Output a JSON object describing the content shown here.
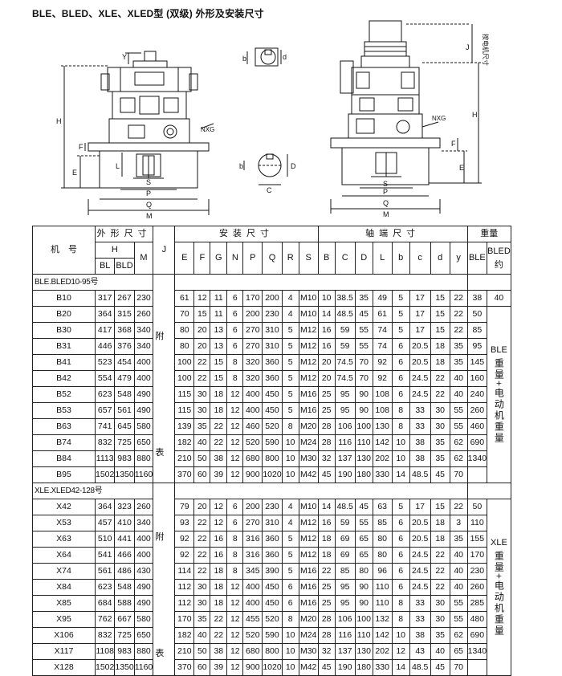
{
  "title": "BLE、BLED、XLE、XLED型 (双级) 外形及安装尺寸",
  "drawing_labels": {
    "H": "H",
    "F": "F",
    "E": "E",
    "Y": "Y",
    "L": "L",
    "S": "S",
    "P": "P",
    "Q": "Q",
    "M": "M",
    "NXG": "NXG",
    "b": "b",
    "d": "d",
    "C": "C",
    "D": "D",
    "J": "J",
    "motor_size": "按电机尺寸"
  },
  "header": {
    "model": "机　号",
    "outline": "外形尺寸",
    "install": "安装尺寸",
    "shaft": "轴端尺寸",
    "weight": "重量",
    "cols": {
      "H": "H",
      "BL": "BL",
      "BLD": "BLD",
      "M": "M",
      "J": "J",
      "E": "E",
      "F": "F",
      "G": "G",
      "N": "N",
      "P": "P",
      "Q": "Q",
      "R": "R",
      "S": "S",
      "B": "B",
      "C": "C",
      "D": "D",
      "L": "L",
      "b": "b",
      "c": "c",
      "d": "d",
      "y": "y",
      "BLE": "BLE",
      "BLED": "BLED",
      "BLED_sub": "约"
    }
  },
  "notes": {
    "appendix": "附",
    "table": "表",
    "ble_weight_head": "BLE",
    "ble_weight_text": "重量+电动机重量",
    "xle_weight_head": "XLE",
    "xle_weight_text": "重量+电动机重量"
  },
  "sections": [
    {
      "label": "BLE.BLED10-95号",
      "rows": [
        [
          "B10",
          "317",
          "267",
          "230",
          "61",
          "12",
          "11",
          "6",
          "170",
          "200",
          "4",
          "M10",
          "10",
          "38.5",
          "35",
          "49",
          "5",
          "17",
          "15",
          "22",
          "38",
          "40"
        ],
        [
          "B20",
          "364",
          "315",
          "260",
          "70",
          "15",
          "11",
          "6",
          "200",
          "230",
          "4",
          "M10",
          "14",
          "48.5",
          "45",
          "61",
          "5",
          "17",
          "15",
          "22",
          "50",
          ""
        ],
        [
          "B30",
          "417",
          "368",
          "340",
          "80",
          "20",
          "13",
          "6",
          "270",
          "310",
          "5",
          "M12",
          "16",
          "59",
          "55",
          "74",
          "5",
          "17",
          "15",
          "22",
          "85",
          ""
        ],
        [
          "B31",
          "446",
          "376",
          "340",
          "80",
          "20",
          "13",
          "6",
          "270",
          "310",
          "5",
          "M12",
          "16",
          "59",
          "55",
          "74",
          "6",
          "20.5",
          "18",
          "35",
          "95",
          ""
        ],
        [
          "B41",
          "523",
          "454",
          "400",
          "100",
          "22",
          "15",
          "8",
          "320",
          "360",
          "5",
          "M12",
          "20",
          "74.5",
          "70",
          "92",
          "6",
          "20.5",
          "18",
          "35",
          "145",
          ""
        ],
        [
          "B42",
          "554",
          "479",
          "400",
          "100",
          "22",
          "15",
          "8",
          "320",
          "360",
          "5",
          "M12",
          "20",
          "74.5",
          "70",
          "92",
          "6",
          "24.5",
          "22",
          "40",
          "160",
          ""
        ],
        [
          "B52",
          "623",
          "548",
          "490",
          "115",
          "30",
          "18",
          "12",
          "400",
          "450",
          "5",
          "M16",
          "25",
          "95",
          "90",
          "108",
          "6",
          "24.5",
          "22",
          "40",
          "240",
          ""
        ],
        [
          "B53",
          "657",
          "561",
          "490",
          "115",
          "30",
          "18",
          "12",
          "400",
          "450",
          "5",
          "M16",
          "25",
          "95",
          "90",
          "108",
          "8",
          "33",
          "30",
          "55",
          "260",
          ""
        ],
        [
          "B63",
          "741",
          "645",
          "580",
          "139",
          "35",
          "22",
          "12",
          "460",
          "520",
          "8",
          "M20",
          "28",
          "106",
          "100",
          "130",
          "8",
          "33",
          "30",
          "55",
          "460",
          ""
        ],
        [
          "B74",
          "832",
          "725",
          "650",
          "182",
          "40",
          "22",
          "12",
          "520",
          "590",
          "10",
          "M24",
          "28",
          "116",
          "110",
          "142",
          "10",
          "38",
          "35",
          "62",
          "690",
          ""
        ],
        [
          "B84",
          "1113",
          "983",
          "880",
          "210",
          "50",
          "38",
          "12",
          "680",
          "800",
          "10",
          "M30",
          "32",
          "137",
          "130",
          "202",
          "10",
          "38",
          "35",
          "62",
          "1340",
          ""
        ],
        [
          "B95",
          "1502",
          "1350",
          "1160",
          "370",
          "60",
          "39",
          "12",
          "900",
          "1020",
          "10",
          "M42",
          "45",
          "190",
          "180",
          "330",
          "14",
          "48.5",
          "45",
          "70",
          "",
          ""
        ]
      ]
    },
    {
      "label": "XLE.XLED42-128号",
      "rows": [
        [
          "X42",
          "364",
          "323",
          "260",
          "79",
          "20",
          "12",
          "6",
          "200",
          "230",
          "4",
          "M10",
          "14",
          "48.5",
          "45",
          "63",
          "5",
          "17",
          "15",
          "22",
          "50",
          ""
        ],
        [
          "X53",
          "457",
          "410",
          "340",
          "93",
          "22",
          "12",
          "6",
          "270",
          "310",
          "4",
          "M12",
          "16",
          "59",
          "55",
          "85",
          "6",
          "20.5",
          "18",
          "3",
          "110",
          ""
        ],
        [
          "X63",
          "510",
          "441",
          "400",
          "92",
          "22",
          "16",
          "8",
          "316",
          "360",
          "5",
          "M12",
          "18",
          "69",
          "65",
          "80",
          "6",
          "20.5",
          "18",
          "35",
          "155",
          ""
        ],
        [
          "X64",
          "541",
          "466",
          "400",
          "92",
          "22",
          "16",
          "8",
          "316",
          "360",
          "5",
          "M12",
          "18",
          "69",
          "65",
          "80",
          "6",
          "24.5",
          "22",
          "40",
          "170",
          ""
        ],
        [
          "X74",
          "561",
          "486",
          "430",
          "114",
          "22",
          "18",
          "8",
          "345",
          "390",
          "5",
          "M16",
          "22",
          "85",
          "80",
          "96",
          "6",
          "24.5",
          "22",
          "40",
          "230",
          ""
        ],
        [
          "X84",
          "623",
          "548",
          "490",
          "112",
          "30",
          "18",
          "12",
          "400",
          "450",
          "6",
          "M16",
          "25",
          "95",
          "90",
          "110",
          "6",
          "24.5",
          "22",
          "40",
          "260",
          ""
        ],
        [
          "X85",
          "684",
          "588",
          "490",
          "112",
          "30",
          "18",
          "12",
          "400",
          "450",
          "6",
          "M16",
          "25",
          "95",
          "90",
          "110",
          "8",
          "33",
          "30",
          "55",
          "285",
          ""
        ],
        [
          "X95",
          "762",
          "667",
          "580",
          "170",
          "35",
          "22",
          "12",
          "455",
          "520",
          "8",
          "M20",
          "28",
          "106",
          "100",
          "132",
          "8",
          "33",
          "30",
          "55",
          "480",
          ""
        ],
        [
          "X106",
          "832",
          "725",
          "650",
          "182",
          "40",
          "22",
          "12",
          "520",
          "590",
          "10",
          "M24",
          "28",
          "116",
          "110",
          "142",
          "10",
          "38",
          "35",
          "62",
          "690",
          ""
        ],
        [
          "X117",
          "1108",
          "983",
          "880",
          "210",
          "50",
          "38",
          "12",
          "680",
          "800",
          "10",
          "M30",
          "32",
          "137",
          "130",
          "202",
          "12",
          "43",
          "40",
          "65",
          "1340",
          ""
        ],
        [
          "X128",
          "1502",
          "1350",
          "1160",
          "370",
          "60",
          "39",
          "12",
          "900",
          "1020",
          "10",
          "M42",
          "45",
          "190",
          "180",
          "330",
          "14",
          "48.5",
          "45",
          "70",
          "",
          ""
        ]
      ]
    }
  ]
}
